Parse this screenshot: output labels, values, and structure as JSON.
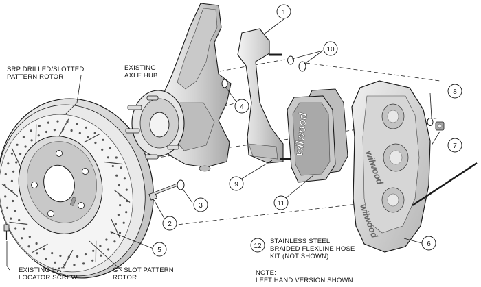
{
  "labels": {
    "srp_rotor": [
      "SRP DRILLED/SLOTTED",
      "PATTERN ROTOR"
    ],
    "axle_hub": [
      "EXISTING",
      "AXLE HUB"
    ],
    "hat_screw": [
      "EXISTING HAT",
      "LOCATOR SCREW"
    ],
    "gt_rotor": [
      "GT SLOT PATTERN",
      "ROTOR"
    ],
    "hose_kit": [
      "STAINLESS STEEL",
      "BRAIDED FLEXLINE HOSE",
      "KIT (NOT SHOWN)"
    ],
    "note": [
      "NOTE:",
      "LEFT HAND VERSION SHOWN"
    ]
  },
  "callouts": [
    "1",
    "2",
    "3",
    "4",
    "5",
    "6",
    "7",
    "8",
    "9",
    "10",
    "11",
    "12"
  ],
  "brand": "wilwood",
  "colors": {
    "line": "#1a1a1a",
    "shade": "#d9d9d9",
    "dark": "#9a9a9a",
    "bg": "#ffffff"
  }
}
